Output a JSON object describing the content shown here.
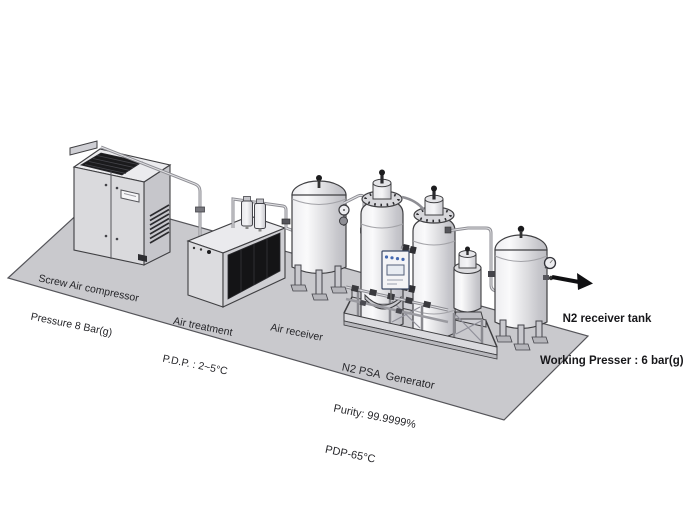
{
  "diagram": {
    "background_color": "#ffffff",
    "floor_color": "#c9c9cd",
    "outline_color": "#3f3f42",
    "arrow_color": "#101012",
    "panel_accent_color": "#4468b0",
    "labels": {
      "compressor": {
        "line1": "Screw Air compressor",
        "line2": "Pressure 8 Bar(g)"
      },
      "air_treatment": {
        "line1": "Air treatment",
        "line2": "P.D.P. : 2~5°C"
      },
      "air_receiver": {
        "line1": "Air receiver"
      },
      "psa": {
        "line1": "N2 PSA  Generator",
        "line2": "Purity: 99.9999%",
        "line3": "PDP-65°C"
      },
      "n2_tank": {
        "line1": "N2 receiver tank",
        "line2": "Working Presser : 6 bar(g)"
      }
    }
  }
}
